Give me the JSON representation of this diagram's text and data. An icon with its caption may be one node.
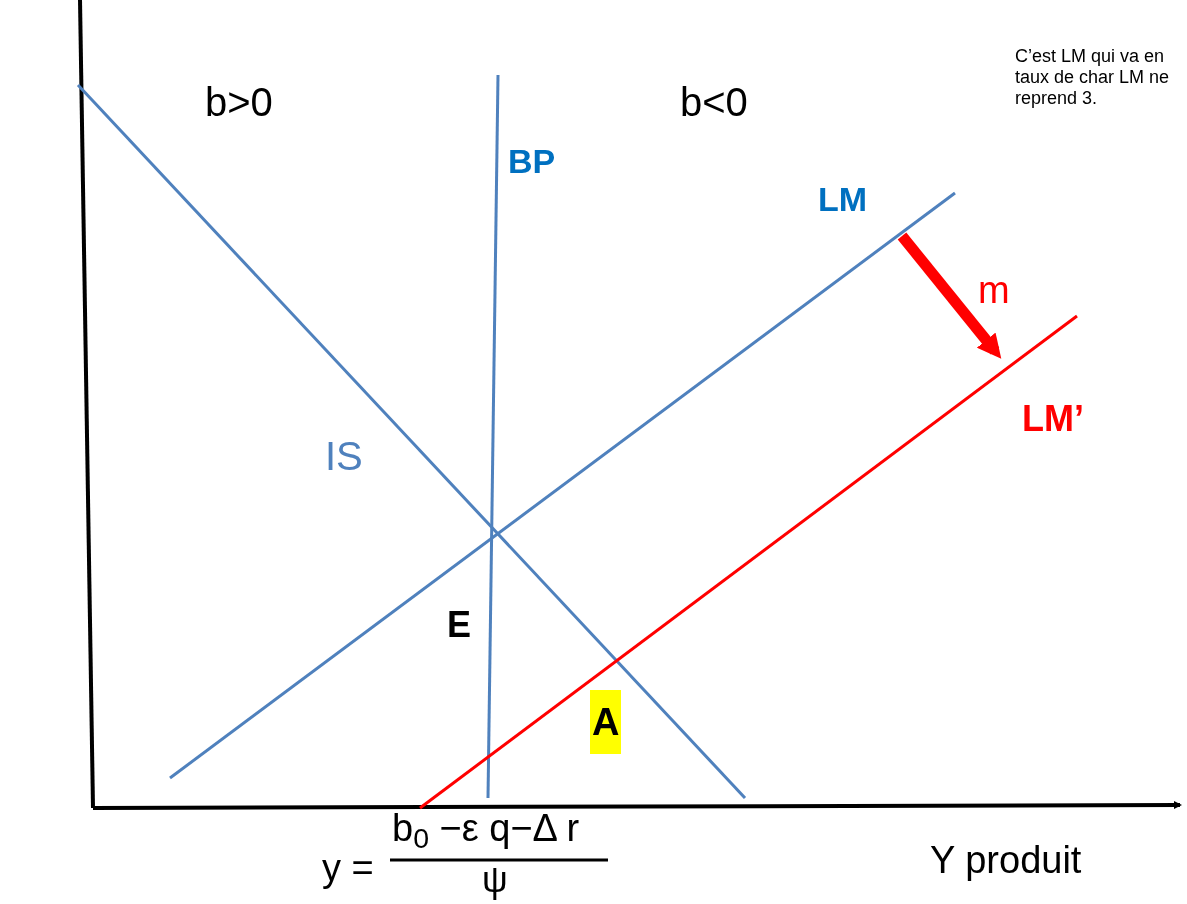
{
  "diagram": {
    "labels": [
      "C’est LM qui va en taux de char LM ne reprend 3.",
      "b>0",
      "b<0",
      "BP",
      "LM",
      "m",
      "LM’",
      "IS",
      "E",
      "A",
      "y =",
      "b$_{0}$ −ε q−Δ r",
      "ψ",
      "Y produit"
    ]
  }
}
